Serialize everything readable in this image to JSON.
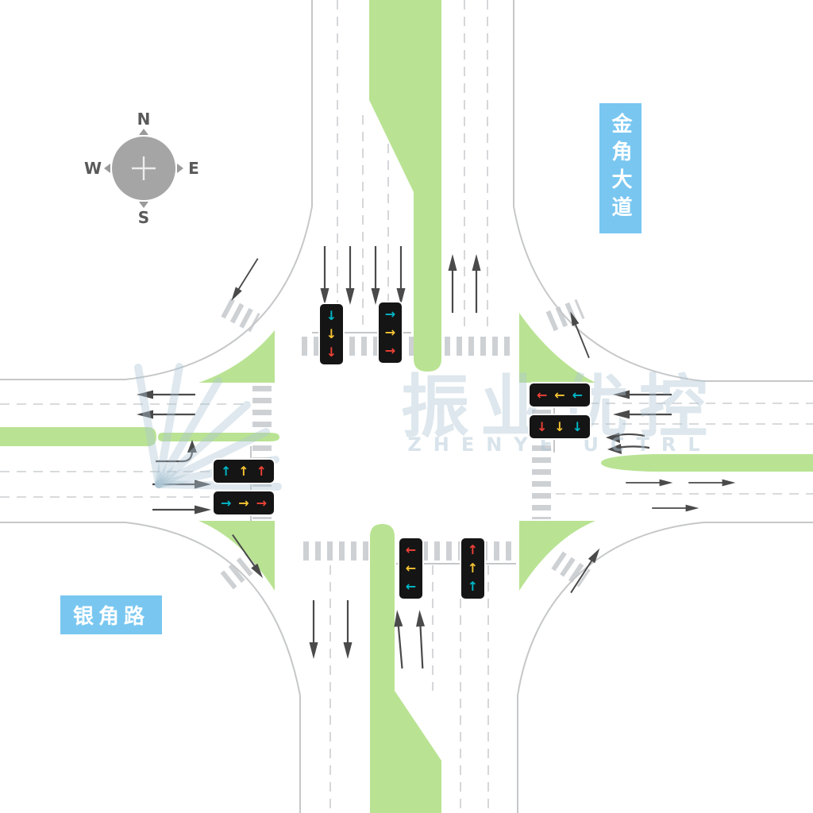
{
  "compass": {
    "north": "N",
    "south": "S",
    "east": "E",
    "west": "W"
  },
  "road_labels": {
    "vertical_road": "金角大道",
    "horizontal_road": "银角路"
  },
  "watermark": {
    "brand": "振业优控",
    "brand_en": "ZHENYE UCTRL"
  },
  "colors": {
    "signal_red": "#ef4136",
    "signal_yellow": "#f6c433",
    "signal_green": "#00b8c8",
    "label_bg": "#79c7f1",
    "island_green": "#b9e393",
    "road_edge": "#c5c7c9",
    "crosswalk": "#ced1d4",
    "watermark": "#adc5d5"
  },
  "signals": [
    {
      "id": "north-through",
      "orientation": "vertical",
      "arrows": [
        {
          "glyph": "↓",
          "color": "#00b8c8"
        },
        {
          "glyph": "↓",
          "color": "#f6c433"
        },
        {
          "glyph": "↓",
          "color": "#ef4136"
        }
      ]
    },
    {
      "id": "north-left",
      "orientation": "vertical",
      "arrows": [
        {
          "glyph": "→",
          "color": "#00b8c8"
        },
        {
          "glyph": "→",
          "color": "#f6c433"
        },
        {
          "glyph": "→",
          "color": "#ef4136"
        }
      ]
    },
    {
      "id": "east-through",
      "orientation": "horizontal",
      "arrows": [
        {
          "glyph": "←",
          "color": "#ef4136"
        },
        {
          "glyph": "←",
          "color": "#f6c433"
        },
        {
          "glyph": "←",
          "color": "#00b8c8"
        }
      ]
    },
    {
      "id": "east-left",
      "orientation": "horizontal",
      "arrows": [
        {
          "glyph": "↓",
          "color": "#ef4136"
        },
        {
          "glyph": "↓",
          "color": "#f6c433"
        },
        {
          "glyph": "↓",
          "color": "#00b8c8"
        }
      ]
    },
    {
      "id": "west-left",
      "orientation": "horizontal",
      "arrows": [
        {
          "glyph": "↑",
          "color": "#00b8c8"
        },
        {
          "glyph": "↑",
          "color": "#f6c433"
        },
        {
          "glyph": "↑",
          "color": "#ef4136"
        }
      ]
    },
    {
      "id": "west-through",
      "orientation": "horizontal",
      "arrows": [
        {
          "glyph": "→",
          "color": "#00b8c8"
        },
        {
          "glyph": "→",
          "color": "#f6c433"
        },
        {
          "glyph": "→",
          "color": "#ef4136"
        }
      ]
    },
    {
      "id": "south-left",
      "orientation": "vertical",
      "arrows": [
        {
          "glyph": "←",
          "color": "#ef4136"
        },
        {
          "glyph": "←",
          "color": "#f6c433"
        },
        {
          "glyph": "←",
          "color": "#00b8c8"
        }
      ]
    },
    {
      "id": "south-through",
      "orientation": "vertical",
      "arrows": [
        {
          "glyph": "↑",
          "color": "#ef4136"
        },
        {
          "glyph": "↑",
          "color": "#f6c433"
        },
        {
          "glyph": "↑",
          "color": "#00b8c8"
        }
      ]
    }
  ]
}
